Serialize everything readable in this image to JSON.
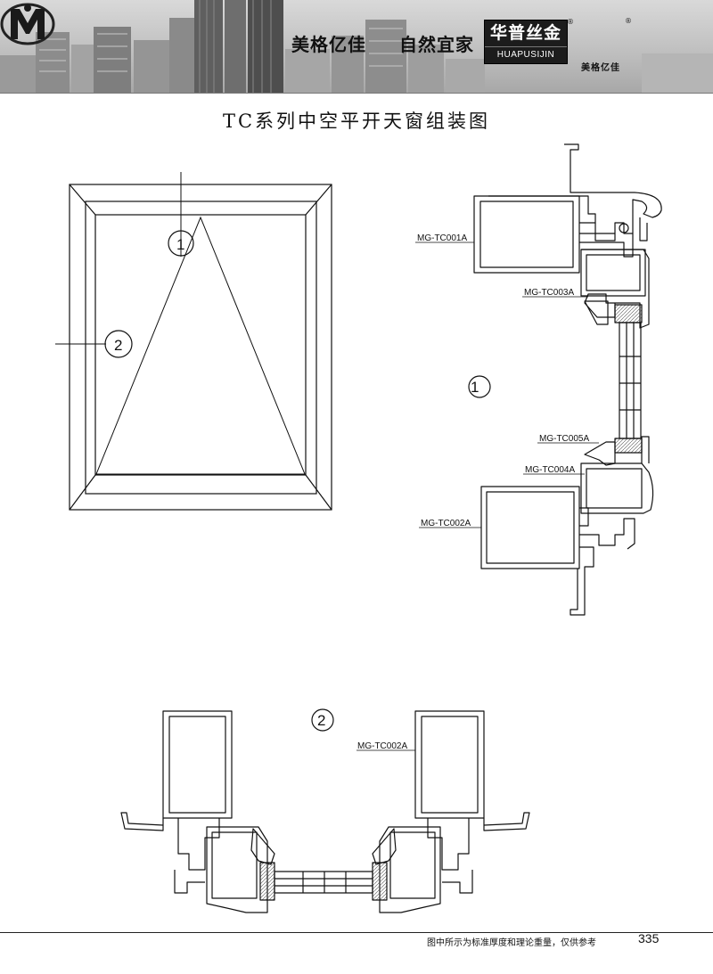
{
  "header": {
    "slogan_1": "美格亿佳",
    "slogan_2": "自然宜家",
    "brand_cn": "华普丝金",
    "brand_en": "HUAPUSIJIN",
    "registered_mark": "®",
    "logo_subtitle": "美格亿佳"
  },
  "title": "TC系列中空平开天窗组装图",
  "elevation": {
    "marker_1": "1",
    "marker_2": "2"
  },
  "section_1": {
    "marker": "1",
    "labels": [
      "MG-TC001A",
      "MG-TC003A",
      "MG-TC005A",
      "MG-TC004A",
      "MG-TC002A"
    ]
  },
  "section_2": {
    "marker": "2",
    "labels": [
      "MG-TC002A"
    ]
  },
  "footer": {
    "note": "图中所示为标准厚度和理论重量，仅供参考",
    "page_number": "335"
  }
}
